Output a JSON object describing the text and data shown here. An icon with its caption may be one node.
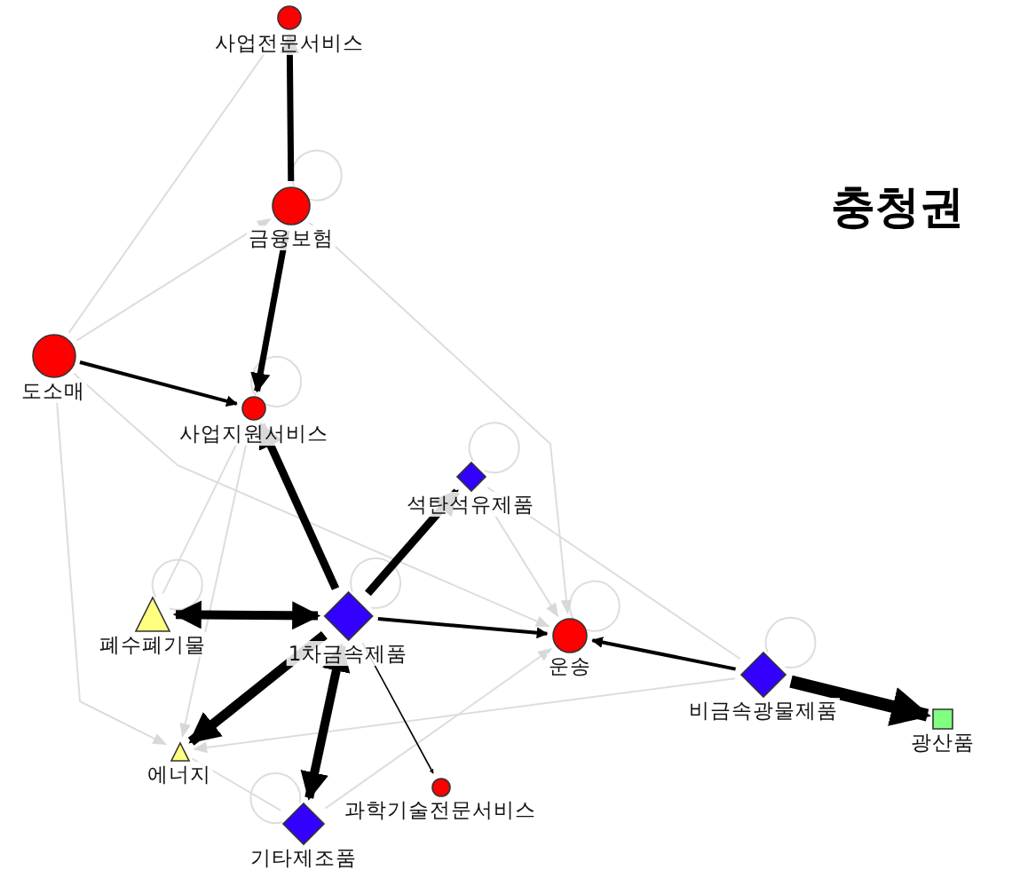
{
  "diagram": {
    "title": "충청권",
    "nodes": [
      {
        "text": [
          "사업전문서비스"
        ]
      },
      {
        "text": [
          "금융보험"
        ]
      },
      {
        "text": [
          "도소매"
        ]
      },
      {
        "text": [
          "사업지원서비스"
        ]
      },
      {
        "text": [
          "석탄석유제품"
        ]
      },
      {
        "text": [
          "폐수폐기물"
        ]
      },
      {
        "text": [
          "1차금속제품"
        ]
      },
      {
        "text": [
          "운송"
        ]
      },
      {
        "text": [
          "비금속광물제품"
        ]
      },
      {
        "text": [
          "광산품"
        ]
      },
      {
        "text": [
          "에너지"
        ]
      },
      {
        "text": [
          "과학기술전문서비스"
        ]
      },
      {
        "text": [
          "기타제조품"
        ]
      }
    ],
    "edges": [
      {
        "from": 1,
        "to": 0,
        "arrow": "to",
        "style": "thick",
        "color": "#000000"
      },
      {
        "from": 1,
        "to": 3,
        "arrow": "to",
        "style": "thick",
        "color": "#000000"
      },
      {
        "from": 2,
        "to": 3,
        "arrow": "to",
        "color": "#000000"
      },
      {
        "from": 6,
        "to": 3,
        "arrow": "to",
        "style": "thick",
        "color": "#000000"
      },
      {
        "from": 6,
        "to": 4,
        "arrow": "to",
        "style": "thick",
        "color": "#000000"
      },
      {
        "from": 6,
        "to": 5,
        "arrow": "both",
        "style": "thick",
        "color": "#000000"
      },
      {
        "from": 6,
        "to": 10,
        "arrow": "to",
        "style": "thick",
        "color": "#000000"
      },
      {
        "from": 6,
        "to": 12,
        "arrow": "both",
        "style": "thick",
        "color": "#000000"
      },
      {
        "from": 6,
        "to": 11,
        "arrow": "to",
        "color": "#000000"
      },
      {
        "from": 6,
        "to": 7,
        "arrow": "to",
        "color": "#000000"
      },
      {
        "from": 8,
        "to": 7,
        "arrow": "to",
        "color": "#000000"
      },
      {
        "from": 8,
        "to": 9,
        "arrow": "to",
        "style": "thick",
        "color": "#000000"
      },
      {
        "from": 2,
        "to": 0,
        "arrow": "none"
      },
      {
        "from": 2,
        "to": 1,
        "arrow": "to"
      },
      {
        "from": 2,
        "to": 10,
        "arrow": "to"
      },
      {
        "from": 2,
        "to": 7,
        "arrow": "to"
      },
      {
        "from": 3,
        "to": 5,
        "arrow": "none"
      },
      {
        "from": 3,
        "to": 10,
        "arrow": "to"
      },
      {
        "from": 1,
        "to": 7,
        "arrow": "to"
      },
      {
        "from": 4,
        "to": 7,
        "arrow": "to"
      },
      {
        "from": 8,
        "to": 4,
        "arrow": "none"
      },
      {
        "from": 8,
        "to": 10,
        "arrow": "to"
      },
      {
        "from": 12,
        "to": 7,
        "arrow": "to"
      },
      {
        "from": 12,
        "to": 10,
        "arrow": "none"
      },
      {
        "from": 1,
        "to": 1,
        "arrow": "none"
      },
      {
        "from": 3,
        "to": 3,
        "arrow": "none"
      },
      {
        "from": 4,
        "to": 4,
        "arrow": "none"
      },
      {
        "from": 5,
        "to": 5,
        "arrow": "none"
      },
      {
        "from": 6,
        "to": 6,
        "arrow": "none"
      },
      {
        "from": 7,
        "to": 7,
        "arrow": "none"
      },
      {
        "from": 8,
        "to": 8,
        "arrow": "none"
      },
      {
        "from": 12,
        "to": 12,
        "arrow": "none"
      }
    ]
  }
}
